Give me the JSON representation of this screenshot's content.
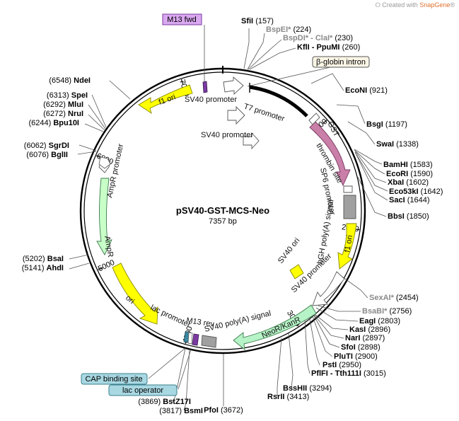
{
  "branding": {
    "prefix": "Created with ",
    "name": "SnapGene",
    "suffix": "®"
  },
  "plasmid": {
    "name": "pSV40-GST-MCS-Neo",
    "length_label": "7357 bp",
    "length": 7357
  },
  "ticks": [
    {
      "bp": 1000,
      "label": "1000"
    },
    {
      "bp": 2000,
      "label": "2000"
    },
    {
      "bp": 3000,
      "label": "3000"
    },
    {
      "bp": 4000,
      "label": "4000"
    },
    {
      "bp": 5000,
      "label": "5000"
    },
    {
      "bp": 6000,
      "label": "6000"
    },
    {
      "bp": 7000,
      "label": "7000"
    }
  ],
  "enzymes": [
    {
      "name": "SfiI",
      "pos": "(157)",
      "bp": 157,
      "muted": false
    },
    {
      "name": "BspEI*",
      "pos": "(224)",
      "bp": 224,
      "muted": true
    },
    {
      "name": "BspDI* - ClaI*",
      "pos": "(230)",
      "bp": 230,
      "muted": true
    },
    {
      "name": "KflI - PpuMI",
      "pos": "(260)",
      "bp": 260,
      "muted": false
    },
    {
      "name": "EcoNI",
      "pos": "(921)",
      "bp": 921,
      "muted": false
    },
    {
      "name": "BsgI",
      "pos": "(1197)",
      "bp": 1197,
      "muted": false
    },
    {
      "name": "SwaI",
      "pos": "(1338)",
      "bp": 1338,
      "muted": false
    },
    {
      "name": "BamHI",
      "pos": "(1583)",
      "bp": 1583,
      "muted": false
    },
    {
      "name": "EcoRI",
      "pos": "(1590)",
      "bp": 1590,
      "muted": false
    },
    {
      "name": "XbaI",
      "pos": "(1602)",
      "bp": 1602,
      "muted": false
    },
    {
      "name": "Eco53kI",
      "pos": "(1642)",
      "bp": 1642,
      "muted": false
    },
    {
      "name": "SacI",
      "pos": "(1644)",
      "bp": 1644,
      "muted": false
    },
    {
      "name": "BbsI",
      "pos": "(1850)",
      "bp": 1850,
      "muted": false
    },
    {
      "name": "SexAI*",
      "pos": "(2454)",
      "bp": 2454,
      "muted": true
    },
    {
      "name": "BsaBI*",
      "pos": "(2756)",
      "bp": 2756,
      "muted": true
    },
    {
      "name": "EagI",
      "pos": "(2803)",
      "bp": 2803,
      "muted": false
    },
    {
      "name": "KasI",
      "pos": "(2896)",
      "bp": 2896,
      "muted": false
    },
    {
      "name": "NarI",
      "pos": "(2897)",
      "bp": 2897,
      "muted": false
    },
    {
      "name": "SfoI",
      "pos": "(2898)",
      "bp": 2898,
      "muted": false
    },
    {
      "name": "PluTI",
      "pos": "(2900)",
      "bp": 2900,
      "muted": false
    },
    {
      "name": "PstI",
      "pos": "(2950)",
      "bp": 2950,
      "muted": false
    },
    {
      "name": "PflFI - Tth111I",
      "pos": "(3015)",
      "bp": 3015,
      "muted": false
    },
    {
      "name": "BssHII",
      "pos": "(3294)",
      "bp": 3294,
      "muted": false
    },
    {
      "name": "RsrII",
      "pos": "(3413)",
      "bp": 3413,
      "muted": false
    },
    {
      "name": "PfoI",
      "pos": "(3672)",
      "bp": 3672,
      "muted": false
    },
    {
      "name": "BsmI",
      "pos": "(3817)",
      "bp": 3817,
      "muted": false
    },
    {
      "name": "BstZ17I",
      "pos": "(3869)",
      "bp": 3869,
      "muted": false
    },
    {
      "name": "AhdI",
      "pos": "(5141)",
      "bp": 5141,
      "muted": false
    },
    {
      "name": "BsaI",
      "pos": "(5202)",
      "bp": 5202,
      "muted": false
    },
    {
      "name": "SgrDI",
      "pos": "(6062)",
      "bp": 6062,
      "muted": false
    },
    {
      "name": "BglII",
      "pos": "(6076)",
      "bp": 6076,
      "muted": false
    },
    {
      "name": "Bpu10I",
      "pos": "(6244)",
      "bp": 6244,
      "muted": false
    },
    {
      "name": "NruI",
      "pos": "(6272)",
      "bp": 6272,
      "muted": false
    },
    {
      "name": "MluI",
      "pos": "(6292)",
      "bp": 6292,
      "muted": false
    },
    {
      "name": "SpeI",
      "pos": "(6313)",
      "bp": 6313,
      "muted": false
    },
    {
      "name": "NdeI",
      "pos": "(6548)",
      "bp": 6548,
      "muted": false
    }
  ],
  "boxed_features": [
    {
      "id": "m13fwd",
      "label": "M13 fwd",
      "fill": "#d9a8f0",
      "stroke": "#7a3aa0"
    },
    {
      "id": "bglobin",
      "label": "β-globin intron",
      "fill": "#fbf6e6",
      "stroke": "#555555"
    },
    {
      "id": "cap",
      "label": "CAP binding site",
      "fill": "#a8d8e2",
      "stroke": "#3a7f8e"
    },
    {
      "id": "lacop",
      "label": "lac operator",
      "fill": "#a8d8e2",
      "stroke": "#3a7f8e"
    }
  ],
  "features": [
    {
      "id": "sv40p_top",
      "label": "SV40 promoter"
    },
    {
      "id": "t7p",
      "label": "T7 promoter"
    },
    {
      "id": "sv40p_inner",
      "label": "SV40 promoter"
    },
    {
      "id": "f1ori_top",
      "label": "f1 ori"
    },
    {
      "id": "gst",
      "label": "GST"
    },
    {
      "id": "thrombin",
      "label": "thrombin site"
    },
    {
      "id": "sp6",
      "label": "SP6 promoter"
    },
    {
      "id": "bgh",
      "label": "bGH poly(A) signal"
    },
    {
      "id": "f1ori_right",
      "label": "f1 ori"
    },
    {
      "id": "sv40ori",
      "label": "SV40 ori"
    },
    {
      "id": "sv40p_right",
      "label": "SV40 promoter"
    },
    {
      "id": "neo",
      "label": "NeoR/KanR"
    },
    {
      "id": "sv40pa",
      "label": "SV40 poly(A) signal"
    },
    {
      "id": "m13rev",
      "label": "M13 rev"
    },
    {
      "id": "lacp",
      "label": "lac promoter"
    },
    {
      "id": "ori",
      "label": "ori"
    },
    {
      "id": "ampr",
      "label": "AmpR"
    },
    {
      "id": "amprp",
      "label": "AmpR promoter"
    }
  ],
  "colors": {
    "f1ori": "#ffff00",
    "gst": "#c97fa8",
    "neo": "#b6f3c6",
    "ampr": "#c8ffc8",
    "ori": "#ffff00",
    "polyA": "#a0a0a0",
    "m13": "#7a3aa0",
    "lacop": "#3a88a0"
  }
}
